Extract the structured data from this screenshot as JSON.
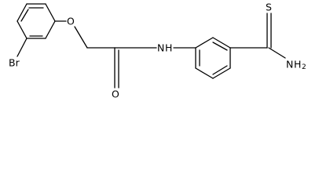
{
  "structure": {
    "atom_labels": {
      "bromine": "Br",
      "ether_oxygen": "O",
      "amide_nitrogen": "N",
      "amide_hydrogen": "H",
      "carbonyl_oxygen": "O",
      "thione_sulfur": "S",
      "amine_nitrogen": "N",
      "amine_hydrogen": "H",
      "amine_subscript": "2"
    }
  }
}
